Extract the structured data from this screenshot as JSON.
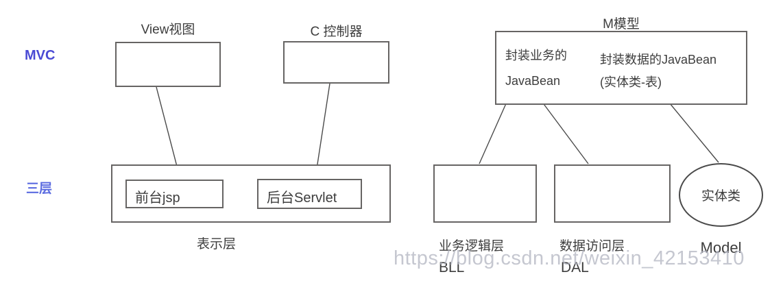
{
  "side_labels": {
    "mvc": "MVC",
    "three_tier": "三层"
  },
  "mvc_row": {
    "view": {
      "title": "View视图"
    },
    "controller": {
      "title": "C 控制器"
    },
    "model": {
      "title": "M模型",
      "business_line1": "封装业务的",
      "business_line2": "JavaBean",
      "data_line1": "封装数据的JavaBean",
      "data_line2": "(实体类-表)"
    }
  },
  "tier_row": {
    "presentation": {
      "jsp_label": "前台jsp",
      "servlet_label": "后台Servlet",
      "caption": "表示层"
    },
    "bll": {
      "caption_cn": "业务逻辑层",
      "caption_en": "BLL"
    },
    "dal": {
      "caption_cn": "数据访问层",
      "caption_en": "DAL"
    },
    "entity": {
      "ellipse_label": "实体类",
      "caption": "Model"
    }
  },
  "watermark": "https://blog.csdn.net/weixin_42153410",
  "colors": {
    "border": "#666463",
    "text": "#3d3d3d",
    "mvc_label": "#4a4ad4",
    "three_tier_label": "#5b6be0",
    "watermark": "#b2b4c0"
  }
}
